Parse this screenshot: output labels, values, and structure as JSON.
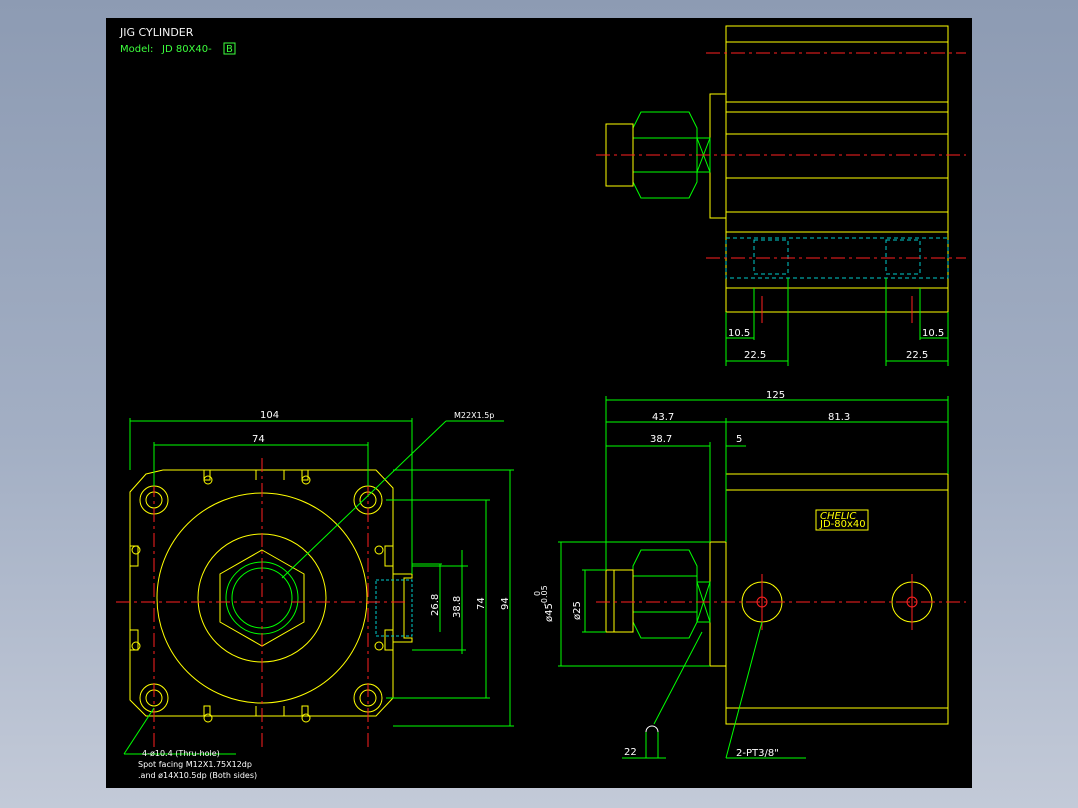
{
  "title": "JIG CYLINDER",
  "model_label": "Model:",
  "model_value": "JD 80X40-",
  "model_suffix": "B",
  "top_right_view": {
    "dims": [
      "10.5",
      "10.5",
      "22.5",
      "22.5"
    ]
  },
  "front_view": {
    "dims": [
      "104",
      "74",
      "26.8",
      "38.8",
      "74",
      "94"
    ],
    "thread_label": "M22X1.5p",
    "notes": [
      "4-ø10.4 (Thru-hole)",
      "Spot facing   M12X1.75X12dp",
      ".and ø14X10.5dp (Both sides)"
    ]
  },
  "side_view": {
    "dims": [
      "125",
      "43.7",
      "81.3",
      "38.7",
      "5",
      "ø25",
      "ø45",
      "-0.05",
      "0",
      "22"
    ],
    "port_label": "2-PT3/8\"",
    "brand": "CHELIC",
    "brand_sub": "JD-80x40"
  },
  "colors": {
    "background": "#000000",
    "outline": "#ffff00",
    "dimension": "#00ff00",
    "centerline": "#ff2020",
    "hidden": "#00cccc",
    "text": "#ffffff"
  }
}
